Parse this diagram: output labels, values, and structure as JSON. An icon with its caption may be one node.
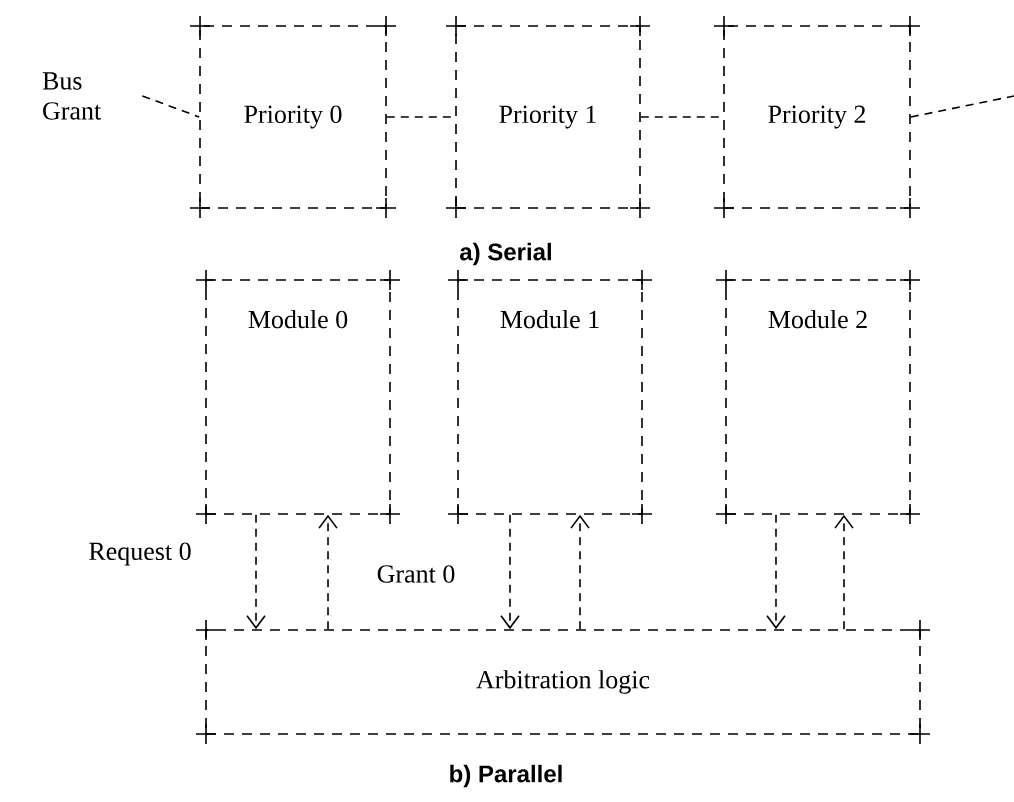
{
  "diagram": {
    "nodes": [
      {
        "text": [
          "Bus Grant"
        ]
      },
      {
        "text": [
          "Priority 0"
        ]
      },
      {
        "text": [
          "Priority 1"
        ]
      },
      {
        "text": [
          "Priority 2"
        ]
      },
      {
        "text": [
          "Module 0"
        ]
      },
      {
        "text": [
          "Module 1"
        ]
      },
      {
        "text": [
          "Module 2"
        ]
      },
      {
        "text": [
          "Arbitration logic"
        ]
      }
    ],
    "edges": [
      {
        "from": 0,
        "to": 1,
        "arrow": "none"
      },
      {
        "from": 1,
        "to": 2,
        "arrow": "none"
      },
      {
        "from": 2,
        "to": 3,
        "arrow": "none"
      },
      {
        "from": 3,
        "to": null,
        "arrow": "none"
      },
      {
        "from": 4,
        "to": 7,
        "arrow": "to",
        "label": "Request 0"
      },
      {
        "from": 7,
        "to": 4,
        "arrow": "to",
        "label": "Grant 0"
      },
      {
        "from": 5,
        "to": 7,
        "arrow": "to"
      },
      {
        "from": 7,
        "to": 5,
        "arrow": "to"
      },
      {
        "from": 6,
        "to": 7,
        "arrow": "to"
      },
      {
        "from": 7,
        "to": 6,
        "arrow": "to"
      }
    ],
    "labels": [
      "a) Serial",
      "b) Parallel"
    ]
  }
}
